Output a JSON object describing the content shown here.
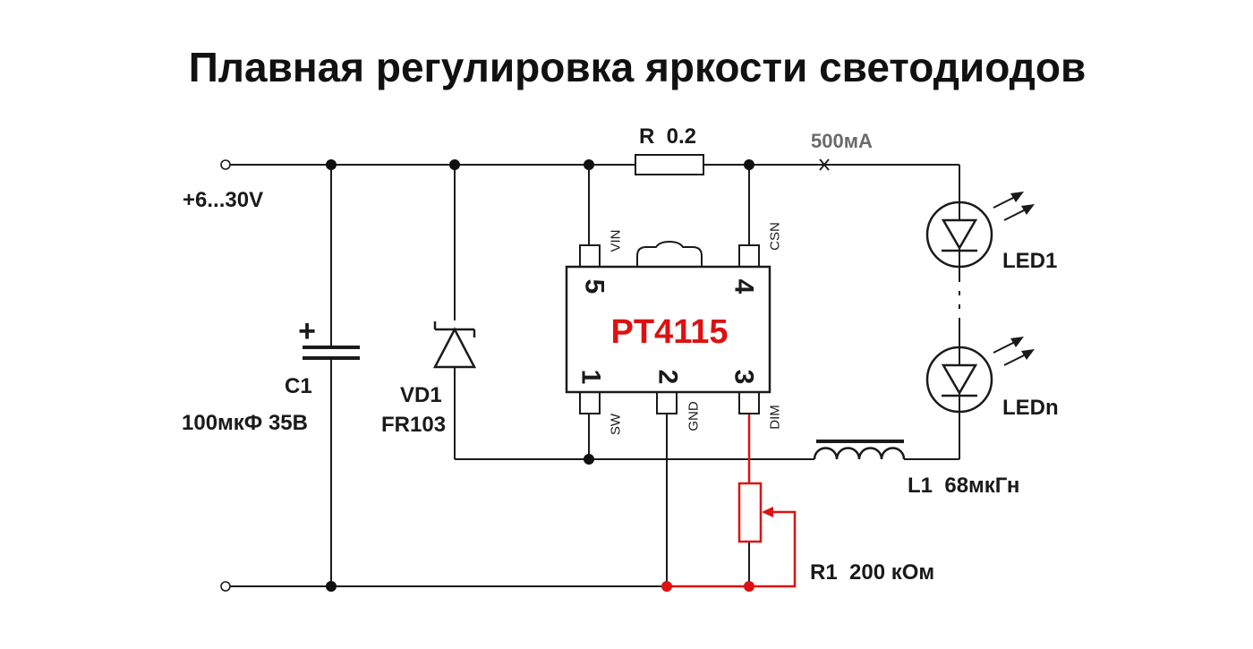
{
  "title": "Плавная регулировка яркости светодиодов",
  "colors": {
    "wire": "#1a1a1a",
    "accent": "#dd1111",
    "background": "#ffffff"
  },
  "supply": {
    "label": "+6...30V"
  },
  "capacitor": {
    "ref": "C1",
    "value": "100мкФ 35В",
    "polarity": "+"
  },
  "diode": {
    "ref": "VD1",
    "value": "FR103"
  },
  "sense_resistor": {
    "label": "R  0.2"
  },
  "current": {
    "label": "500мА"
  },
  "chip": {
    "name": "PT4115",
    "pins": [
      {
        "num": "5",
        "name": "VIN"
      },
      {
        "num": "4",
        "name": "CSN"
      },
      {
        "num": "1",
        "name": "SW"
      },
      {
        "num": "2",
        "name": "GND"
      },
      {
        "num": "3",
        "name": "DIM"
      }
    ]
  },
  "leds": [
    {
      "ref": "LED1"
    },
    {
      "ref": "LEDn"
    }
  ],
  "inductor": {
    "label": "L1  68мкГн"
  },
  "potentiometer": {
    "label": "R1  200 кОм"
  }
}
